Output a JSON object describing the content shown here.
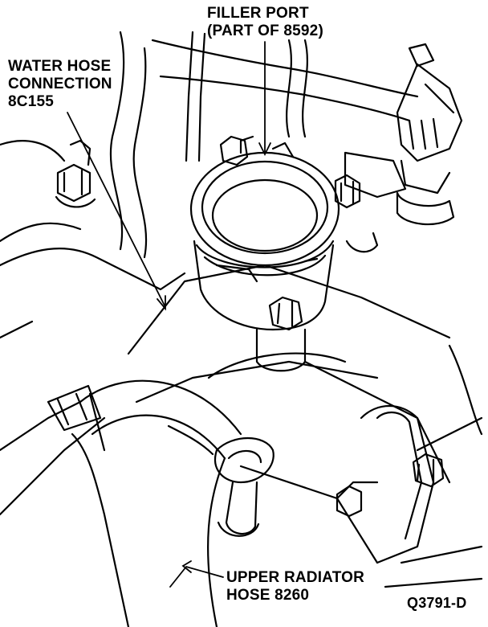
{
  "labels": {
    "filler_port": [
      "FILLER PORT",
      "(PART OF 8592)"
    ],
    "water_hose": [
      "WATER HOSE",
      "CONNECTION",
      "8C155"
    ],
    "upper_radiator": [
      "UPPER RADIATOR",
      "HOSE 8260"
    ],
    "figure_code": "Q3791-D"
  },
  "colors": {
    "ink": "#000000",
    "paper": "#ffffff"
  }
}
